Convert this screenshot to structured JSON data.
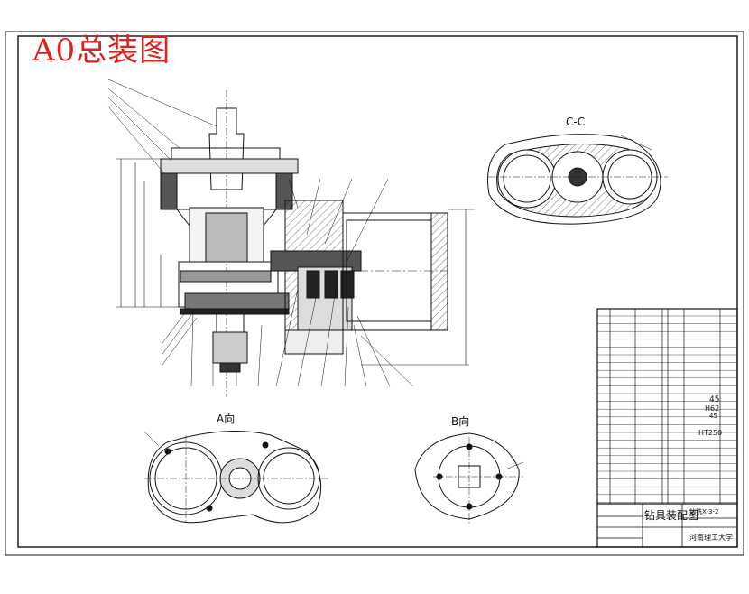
{
  "drawing": {
    "title": "A0总装图",
    "view_cc_label": "C-C",
    "view_a_label": "A向",
    "view_b_label": "B向"
  },
  "title_block": {
    "drawing_name": "钻具装配图",
    "code": "钻铣X-3-2",
    "school": "河南理工大学",
    "materials": [
      "45",
      "H62",
      "45",
      "HT250"
    ]
  },
  "colors": {
    "title_red": "#e0201a",
    "line": "#111111",
    "background": "#ffffff"
  }
}
